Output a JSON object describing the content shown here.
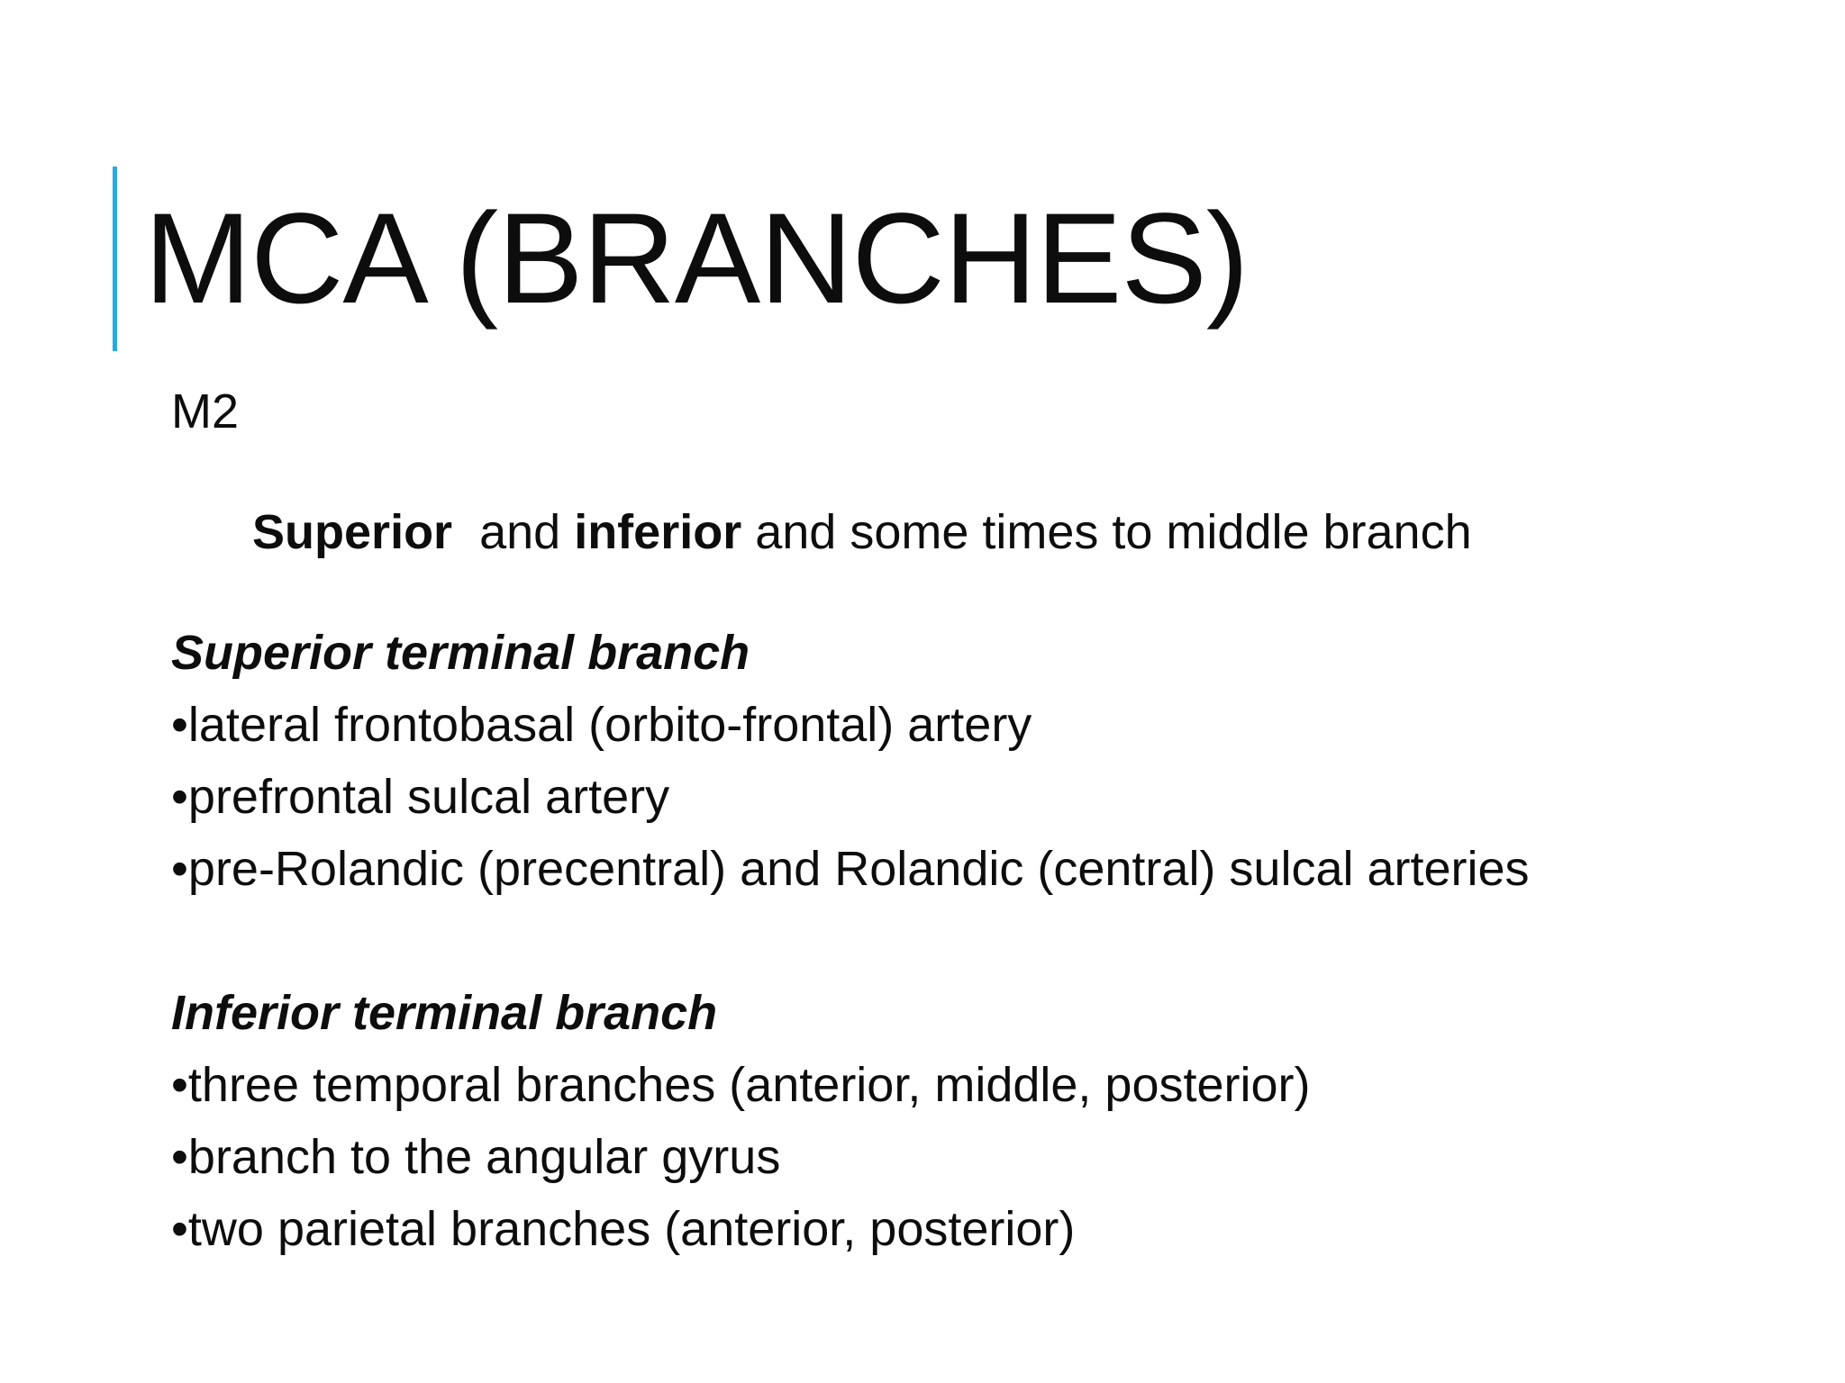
{
  "slide": {
    "background_color": "#ffffff",
    "accent_color": "#27AAE1",
    "text_color": "#0d0d0d",
    "title": "MCA (BRANCHES)",
    "bullet_glyph": "•"
  },
  "body": {
    "lines": [
      {
        "id": "m2",
        "style": "plain",
        "text": "M2"
      },
      {
        "id": "superior-inferior",
        "style": "bold-mixed",
        "text": "Superior  and inferior and some times to middle branch",
        "segments": [
          {
            "text": "Superior",
            "bold": true
          },
          {
            "text": "  and ",
            "bold": false
          },
          {
            "text": "inferior",
            "bold": true
          },
          {
            "text": " and some times to middle branch",
            "bold": false
          }
        ]
      },
      {
        "id": "superior-terminal-heading",
        "style": "bolditalic",
        "text": "Superior terminal branch"
      },
      {
        "id": "sup-bullet-1",
        "style": "bullet",
        "text": "lateral frontobasal (orbito-frontal) artery"
      },
      {
        "id": "sup-bullet-2",
        "style": "bullet",
        "text": "prefrontal sulcal artery"
      },
      {
        "id": "sup-bullet-3",
        "style": "bullet",
        "text": "pre-Rolandic (precentral) and Rolandic (central) sulcal arteries"
      },
      {
        "id": "blank",
        "style": "spacer",
        "text": ""
      },
      {
        "id": "inferior-terminal-heading",
        "style": "bolditalic",
        "text": "Inferior terminal branch"
      },
      {
        "id": "inf-bullet-1",
        "style": "bullet",
        "text": "three temporal branches (anterior, middle, posterior)"
      },
      {
        "id": "inf-bullet-2",
        "style": "bullet",
        "text": "branch to the angular gyrus"
      },
      {
        "id": "inf-bullet-3",
        "style": "bullet",
        "text": "two parietal branches (anterior, posterior)"
      }
    ]
  }
}
